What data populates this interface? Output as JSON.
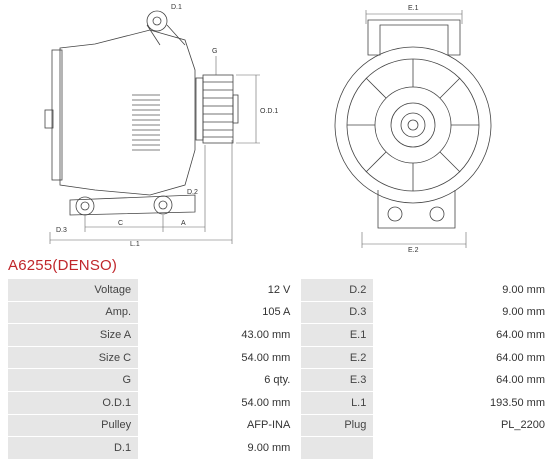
{
  "title": "A6255(DENSO)",
  "drawing": {
    "side_labels": {
      "d1": "D.1",
      "g": "G",
      "od1": "O.D.1",
      "d2": "D.2",
      "d3": "D.3",
      "c": "C",
      "a": "A",
      "l1": "L.1"
    },
    "front_labels": {
      "e1": "E.1",
      "e2": "E.2"
    }
  },
  "specs": {
    "rows": [
      {
        "l1": "Voltage",
        "v1": "12 V",
        "l2": "D.2",
        "v2": "9.00 mm"
      },
      {
        "l1": "Amp.",
        "v1": "105 A",
        "l2": "D.3",
        "v2": "9.00 mm"
      },
      {
        "l1": "Size A",
        "v1": "43.00 mm",
        "l2": "E.1",
        "v2": "64.00 mm"
      },
      {
        "l1": "Size C",
        "v1": "54.00 mm",
        "l2": "E.2",
        "v2": "64.00 mm"
      },
      {
        "l1": "G",
        "v1": "6 qty.",
        "l2": "E.3",
        "v2": "64.00 mm"
      },
      {
        "l1": "O.D.1",
        "v1": "54.00 mm",
        "l2": "L.1",
        "v2": "193.50 mm"
      },
      {
        "l1": "Pulley",
        "v1": "AFP-INA",
        "l2": "Plug",
        "v2": "PL_2200"
      },
      {
        "l1": "D.1",
        "v1": "9.00 mm",
        "l2": "",
        "v2": ""
      }
    ]
  }
}
